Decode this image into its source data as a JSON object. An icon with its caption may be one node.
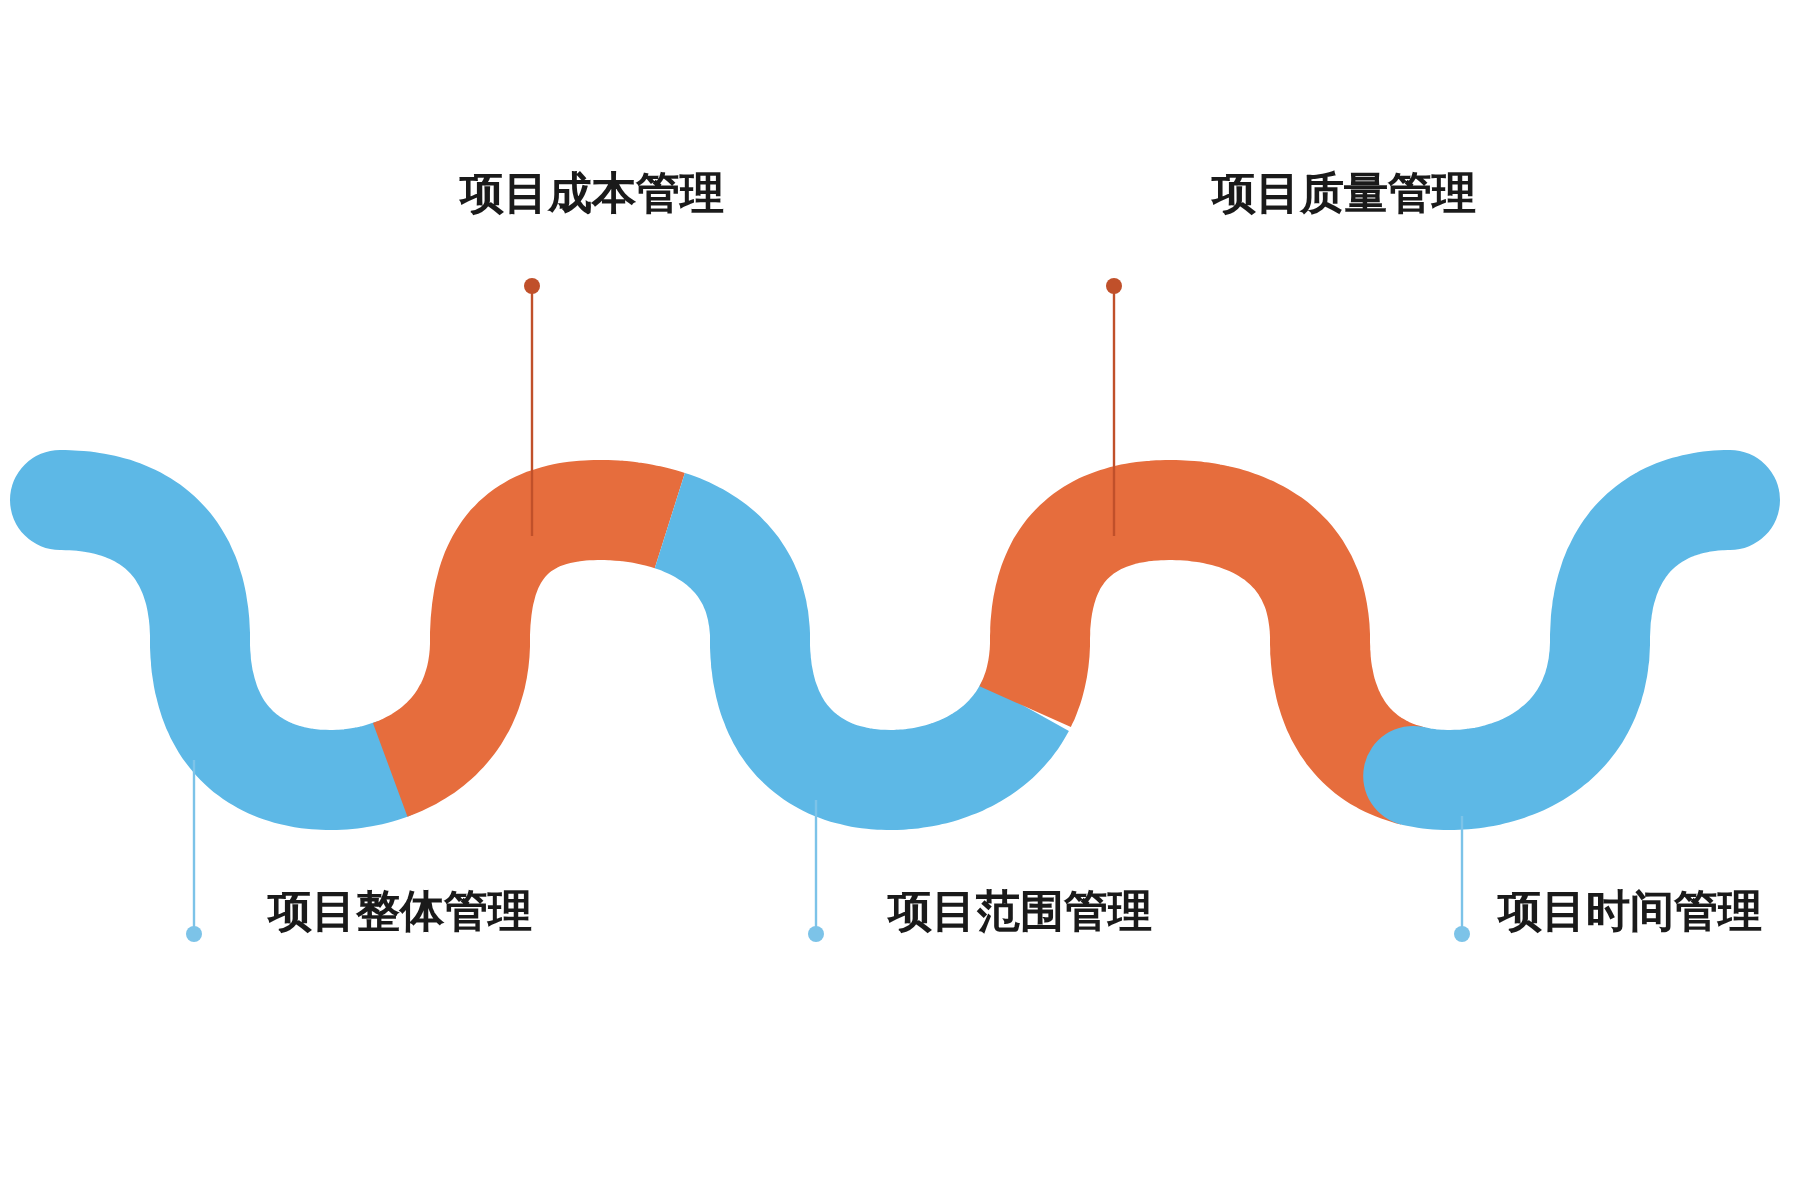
{
  "diagram": {
    "nodes": [
      {
        "text": [
          "项目成本管理"
        ]
      },
      {
        "text": [
          "项目质量管理"
        ]
      },
      {
        "text": [],
        "shape": "band"
      },
      {
        "text": [],
        "shape": "band"
      },
      {
        "text": [],
        "shape": "band"
      },
      {
        "text": [],
        "shape": "band"
      },
      {
        "text": [],
        "shape": "band"
      },
      {
        "text": [
          "项目整体管理"
        ]
      },
      {
        "text": [
          "项目范围管理"
        ]
      },
      {
        "text": [
          "项目时间管理"
        ]
      }
    ],
    "edges": [
      {
        "from": 0,
        "to": 3,
        "arrow": "other",
        "color": "#c0502a"
      },
      {
        "from": 1,
        "to": 5,
        "arrow": "other",
        "color": "#c0502a"
      },
      {
        "from": 7,
        "to": 2,
        "arrow": "other"
      },
      {
        "from": 8,
        "to": 4,
        "arrow": "other"
      },
      {
        "from": 9,
        "to": 6,
        "arrow": "other"
      }
    ]
  }
}
